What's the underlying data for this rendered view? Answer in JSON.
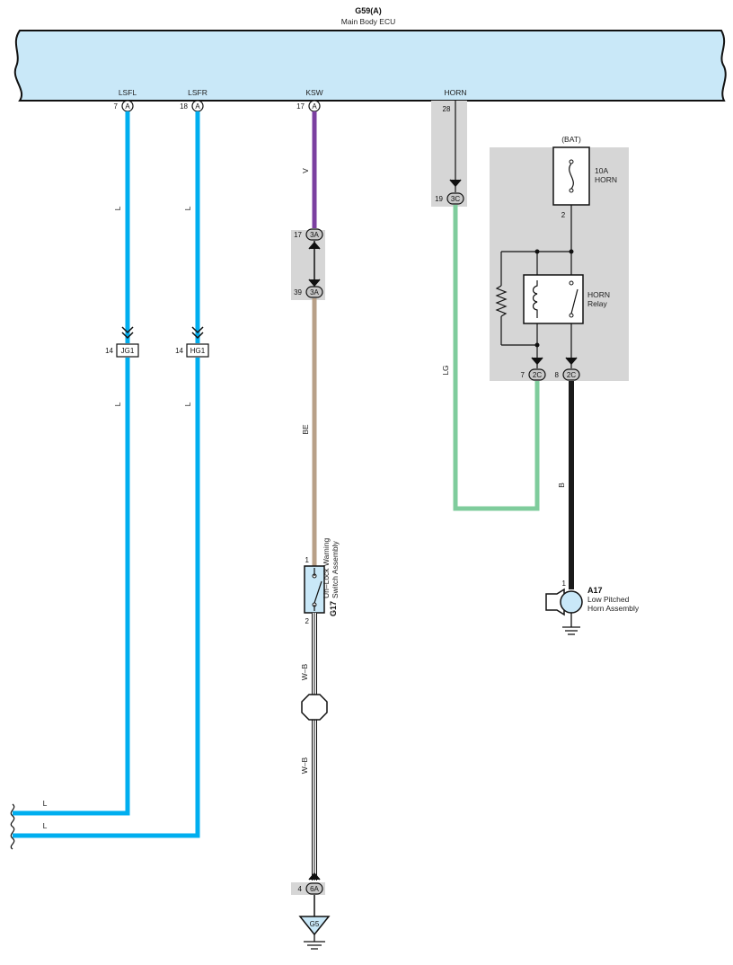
{
  "ecu": {
    "code": "G59(A)",
    "name": "Main Body ECU"
  },
  "pins": {
    "lsfl": {
      "name": "LSFL",
      "num": "7",
      "conn": "A"
    },
    "lsfr": {
      "name": "LSFR",
      "num": "18",
      "conn": "A"
    },
    "ksw": {
      "name": "KSW",
      "num": "17",
      "conn": "A"
    },
    "horn": {
      "name": "HORN",
      "num": "28"
    }
  },
  "wires": {
    "lsfl_top": "L",
    "lsfl_mid": "L",
    "lsfl_bottom": "L",
    "lsfr_top": "L",
    "lsfr_mid": "L",
    "lsfr_bottom": "L",
    "ksw_top": "V",
    "ksw_mid": "BE",
    "ksw_low1": "W–B",
    "ksw_low2": "W–B",
    "horn_lg": "LG",
    "horn_b": "B"
  },
  "connectors": {
    "jg1": {
      "num": "14",
      "label": "JG1"
    },
    "hg1": {
      "num": "14",
      "label": "HG1"
    },
    "c3a_top": {
      "num": "17",
      "label": "3A"
    },
    "c3a_bot": {
      "num": "39",
      "label": "3A"
    },
    "c3c": {
      "num": "19",
      "label": "3C"
    },
    "c2c_left": {
      "num": "7",
      "label": "2C"
    },
    "c2c_right": {
      "num": "8",
      "label": "2C"
    },
    "c6a": {
      "num": "4",
      "label": "6A"
    }
  },
  "junction_box": {
    "bat": "(BAT)",
    "fuse_line1": "10A",
    "fuse_line2": "HORN",
    "fuse_pin": "2",
    "relay_line1": "HORN",
    "relay_line2": "Relay"
  },
  "switch": {
    "code": "G17",
    "line1": "Un–Lock Warning",
    "line2": "Switch Assembly",
    "pin1": "1",
    "pin2": "2"
  },
  "horn_assembly": {
    "code": "A17",
    "line1": "Low Pitched",
    "line2": "Horn Assembly",
    "pin": "1"
  },
  "ground": {
    "label": "G5"
  },
  "colors": {
    "ecu_fill": "#c9e8f8",
    "wire_blue": "#00aeef",
    "wire_violet": "#7b3fa0",
    "wire_beige": "#b8a088",
    "wire_green": "#7fcc9c",
    "wire_black": "#1a1a1a",
    "panel_gray": "#d6d6d6"
  }
}
